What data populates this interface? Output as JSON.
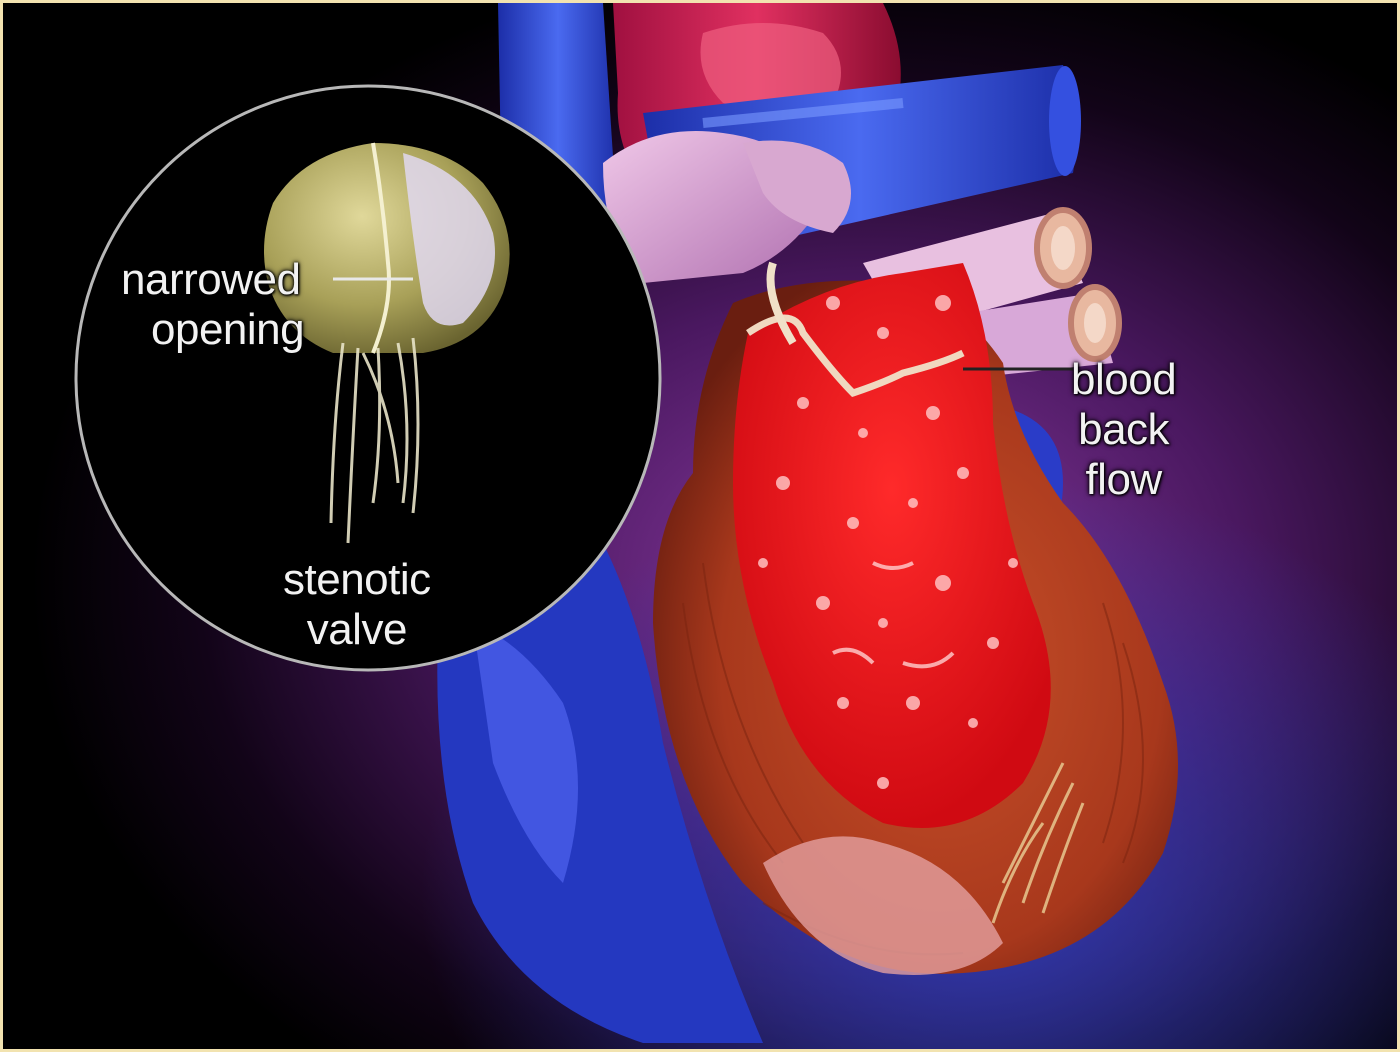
{
  "labels": {
    "narrowed_opening": [
      "narrowed",
      "opening"
    ],
    "stenotic_valve": [
      "stenotic",
      "valve"
    ],
    "blood_back_flow": [
      "blood",
      "back",
      "flow"
    ]
  },
  "colors": {
    "background": "#000000",
    "glow": "#7a2a8a",
    "vessel_blue": "#2f4fd8",
    "muscle": "#b03a1e",
    "blood": "#e8121a",
    "aorta_pink": "#e0a0d0",
    "valve_yellow": "#c8c070"
  }
}
